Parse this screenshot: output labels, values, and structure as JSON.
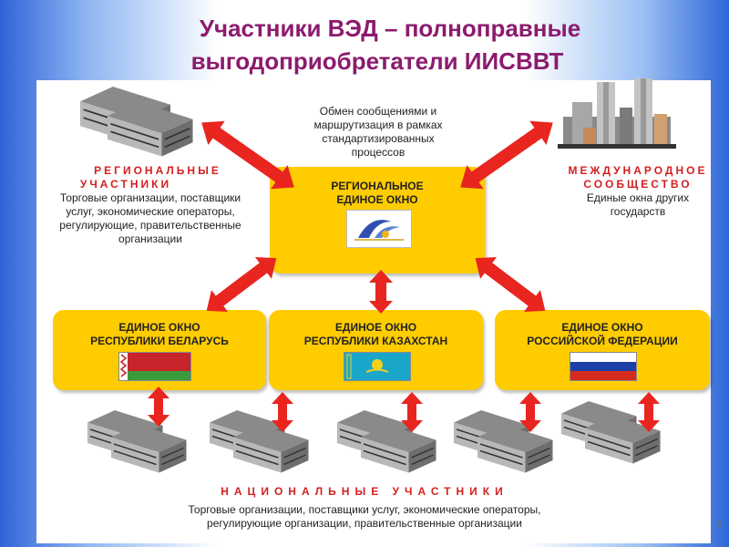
{
  "title": {
    "line1": "Участники ВЭД – полноправные",
    "line2": "выгодоприобретатели ИИСВВТ"
  },
  "center_note": {
    "lines": [
      "Обмен сообщениями и",
      "маршрутизация в рамках",
      "стандартизированных",
      "процессов"
    ]
  },
  "regional": {
    "heading_lines": [
      "РЕГИОНАЛЬНЫЕ",
      "УЧАСТНИКИ"
    ],
    "desc_lines": [
      "Торговые организации, поставщики",
      "услуг, экономические операторы,",
      "регулирующие, правительственные",
      "организации"
    ]
  },
  "international": {
    "heading_lines": [
      "МЕЖДУНАРОДНОЕ",
      "СООБЩЕСТВО"
    ],
    "desc_lines": [
      "Единые окна других",
      "государств"
    ]
  },
  "regional_window": {
    "label_lines": [
      "РЕГИОНАЛЬНОЕ",
      "ЕДИНОЕ ОКНО"
    ]
  },
  "country_windows": [
    {
      "label_lines": [
        "ЕДИНОЕ ОКНО",
        "РЕСПУБЛИКИ БЕЛАРУСЬ"
      ],
      "flag": "belarus"
    },
    {
      "label_lines": [
        "ЕДИНОЕ ОКНО",
        "РЕСПУБЛИКИ КАЗАХСТАН"
      ],
      "flag": "kazakhstan"
    },
    {
      "label_lines": [
        "ЕДИНОЕ ОКНО",
        "РОССИЙСКОЙ ФЕДЕРАЦИИ"
      ],
      "flag": "russia"
    }
  ],
  "national": {
    "heading": "НАЦИОНАЛЬНЫЕ УЧАСТНИКИ",
    "desc_lines": [
      "Торговые организации, поставщики услуг, экономические операторы,",
      "регулирующие организации, правительственные организации"
    ]
  },
  "page_number": "5",
  "colors": {
    "title": "#8c1b6e",
    "box": "#ffcc00",
    "arrow": "#e8251f",
    "heading": "#d42020"
  }
}
